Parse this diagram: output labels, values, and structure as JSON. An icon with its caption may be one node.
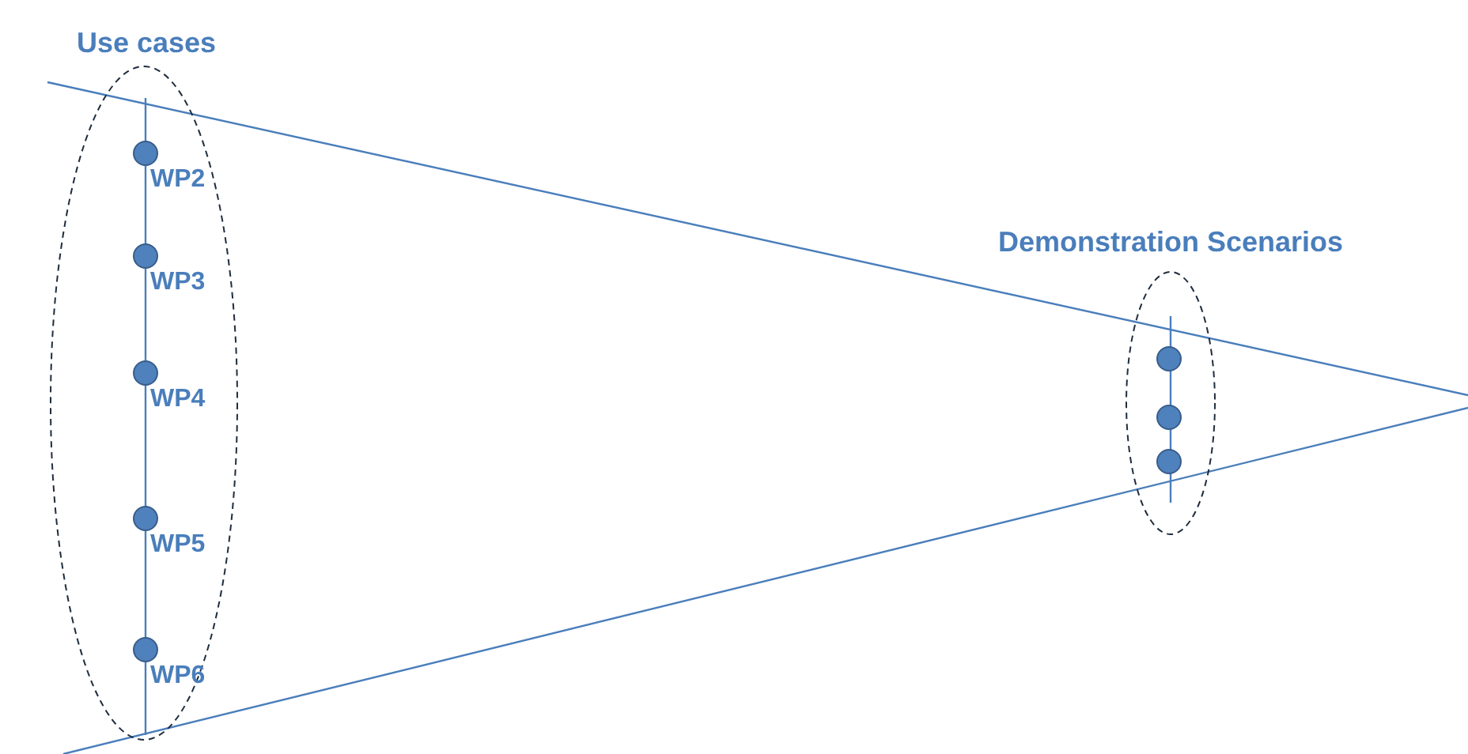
{
  "diagram": {
    "nodes": [
      {
        "text": [
          "Use cases"
        ]
      },
      {
        "text": [],
        "shape": "circle",
        "beside": [
          "WP2"
        ],
        "in": 0
      },
      {
        "text": [],
        "shape": "circle",
        "beside": [
          "WP3"
        ],
        "in": 0
      },
      {
        "text": [],
        "shape": "circle",
        "beside": [
          "WP4"
        ],
        "in": 0
      },
      {
        "text": [],
        "shape": "circle",
        "beside": [
          "WP5"
        ],
        "in": 0
      },
      {
        "text": [],
        "shape": "circle",
        "beside": [
          "WP6"
        ],
        "in": 0
      },
      {
        "text": [
          "Demonstration Scenarios"
        ]
      },
      {
        "text": [],
        "shape": "circle",
        "in": 6
      },
      {
        "text": [],
        "shape": "circle",
        "in": 6
      },
      {
        "text": [],
        "shape": "circle",
        "in": 6
      }
    ]
  }
}
